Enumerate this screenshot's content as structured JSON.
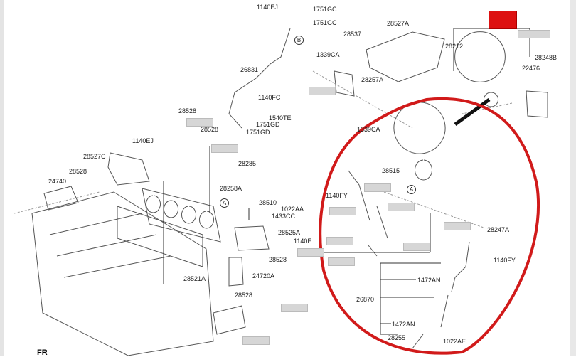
{
  "labels": [
    "1140EJ",
    "1751GC",
    "1751GC",
    "28537",
    "28527A",
    "28212",
    "28248B",
    "22476",
    "1339CA",
    "28257A",
    "26831",
    "1140FC",
    "1540TE",
    "1751GD",
    "1751GD",
    "28528",
    "28528",
    "1140EJ",
    "28527C",
    "28285",
    "28528",
    "24740",
    "28258A",
    "28510",
    "1022AA",
    "1433CC",
    "28525A",
    "1140E",
    "28528",
    "28521A",
    "24720A",
    "28528",
    "1339CA",
    "28515",
    "1140FY",
    "28247A",
    "1140FY",
    "1472AN",
    "26870",
    "1472AN",
    "28255",
    "1022AE"
  ],
  "markers": {
    "b": "B",
    "a1": "A",
    "a2": "A"
  },
  "direction": "FR",
  "colors": {
    "highlight": "#d11a1a"
  }
}
